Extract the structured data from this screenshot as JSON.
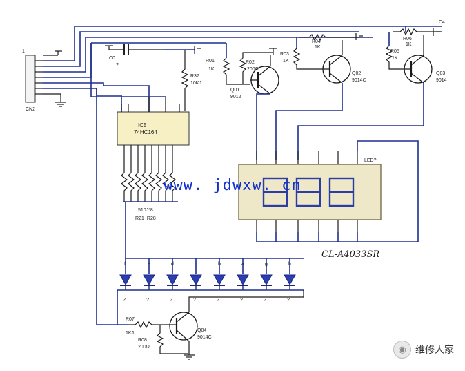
{
  "connectors": {
    "cn2": "CN2",
    "c4": "C4"
  },
  "capacitor": {
    "ref": "C0",
    "note": "?"
  },
  "ic": {
    "ref": "IC5",
    "part": "74HC164"
  },
  "resistors": {
    "r01": {
      "ref": "R01",
      "value": "1K"
    },
    "r02": {
      "ref": "R02",
      "value": "200Ω"
    },
    "r03": {
      "ref": "R03",
      "value": "1K"
    },
    "r04": {
      "ref": "R04",
      "value": "1K"
    },
    "r05": {
      "ref": "R05",
      "value": "1K"
    },
    "r06": {
      "ref": "R06",
      "value": "1K"
    },
    "r37": {
      "ref": "R37",
      "value": "10KJ"
    },
    "r07": {
      "ref": "R07",
      "value": "1KJ"
    },
    "r08": {
      "ref": "R08",
      "value": "200Ω"
    },
    "array_value": "510J*8",
    "array_range": "R21~R28"
  },
  "transistors": {
    "q01": {
      "ref": "Q01",
      "part": "9012"
    },
    "q02": {
      "ref": "Q02",
      "part": "9014C"
    },
    "q03": {
      "ref": "Q03",
      "part": "9014"
    },
    "q04": {
      "ref": "Q04",
      "part": "9014C"
    }
  },
  "display": {
    "model": "CL-A4033SR",
    "tag": "LED?"
  },
  "led_letters": [
    "f",
    "e",
    "d",
    "c",
    "b",
    "a",
    "g",
    "h"
  ],
  "led_labels": [
    "?",
    "?",
    "?",
    "?",
    "?",
    "?",
    "?",
    "?"
  ],
  "watermark": "www. jdwxw. cn",
  "brand": {
    "name": "维修人家",
    "icon": "wechat-icon"
  }
}
